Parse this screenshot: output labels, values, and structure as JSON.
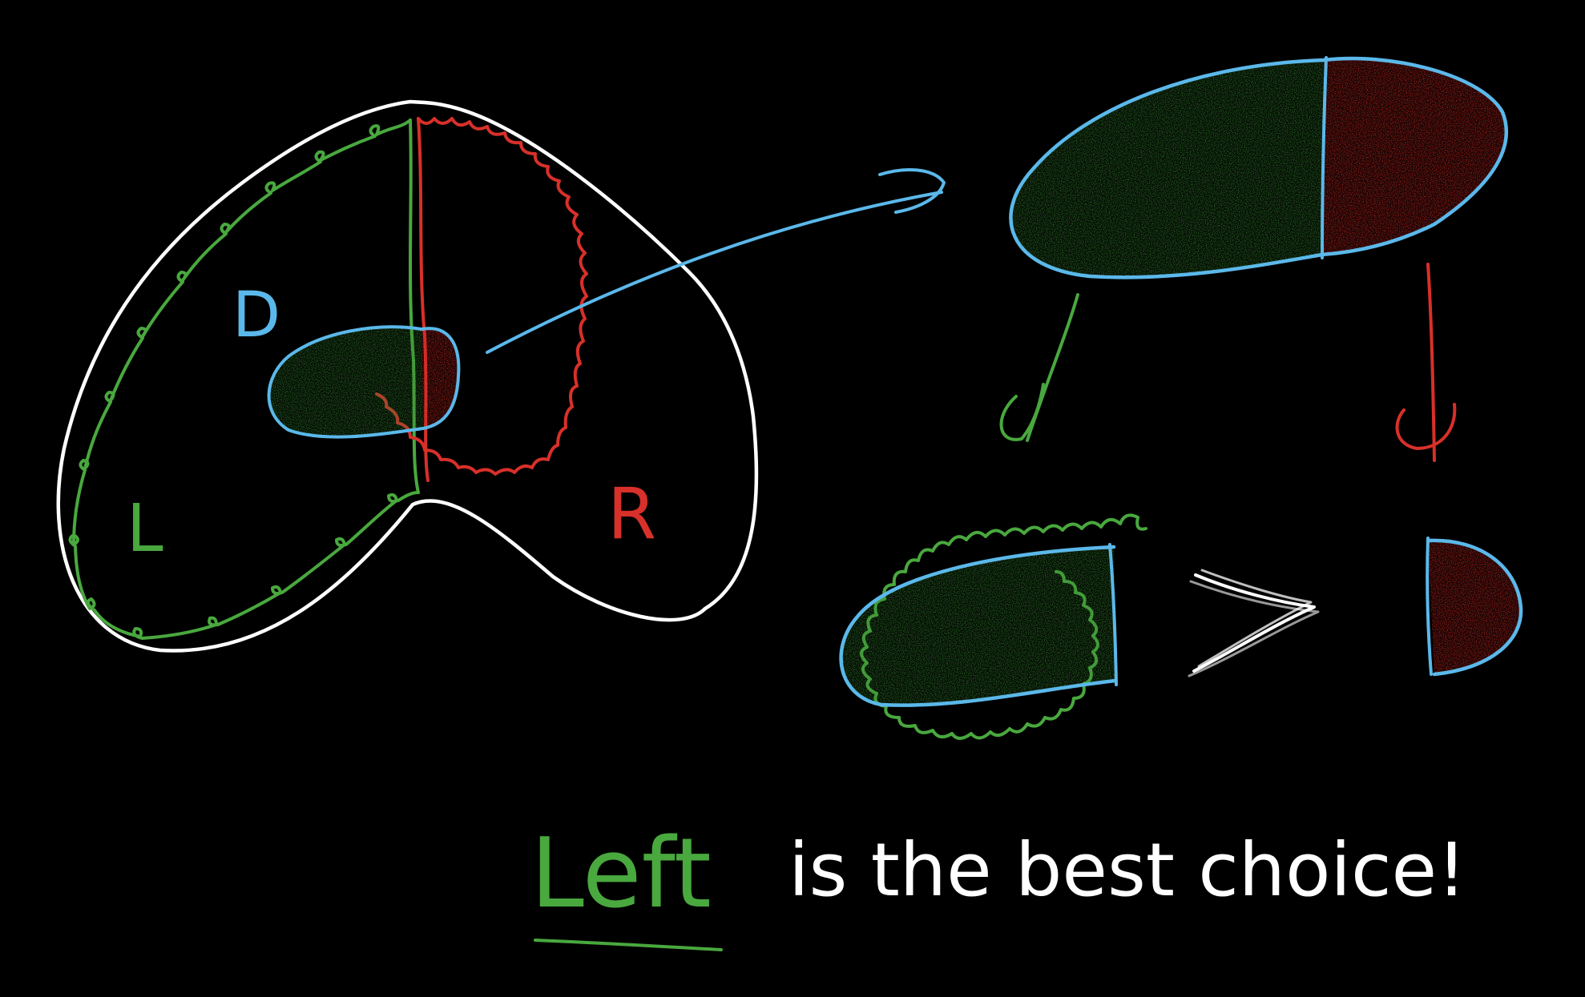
{
  "colors": {
    "background": "#000000",
    "outline": "#ffffff",
    "set_blue": "#5bb8ea",
    "left_green": "#49a83e",
    "right_red": "#d8302a",
    "green_fill": "#2f7a2a",
    "red_fill": "#c42520"
  },
  "labels": {
    "region_d": "D",
    "region_l": "L",
    "region_r": "R"
  },
  "comparison": {
    "symbol": ">"
  },
  "caption": {
    "highlight": "Left",
    "rest": "is the best choice!"
  }
}
